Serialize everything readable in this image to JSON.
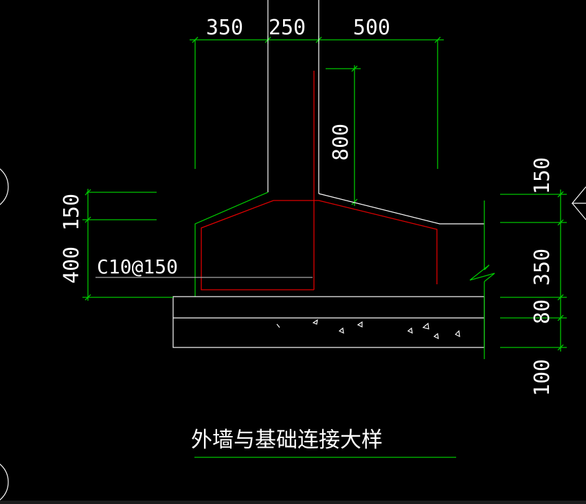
{
  "title": "外墙与基础连接大样",
  "rebar_label": "C10@150",
  "dimensions": {
    "top_left": "350",
    "top_middle": "250",
    "top_right": "500",
    "wall_depth": "800",
    "left_upper": "150",
    "left_lower": "400",
    "right_150": "150",
    "right_350": "350",
    "right_80": "80",
    "right_100": "100"
  },
  "colors": {
    "background": "#000000",
    "outline": "#ffffff",
    "dimension_lines": "#00c800",
    "rebar": "#e00000"
  }
}
